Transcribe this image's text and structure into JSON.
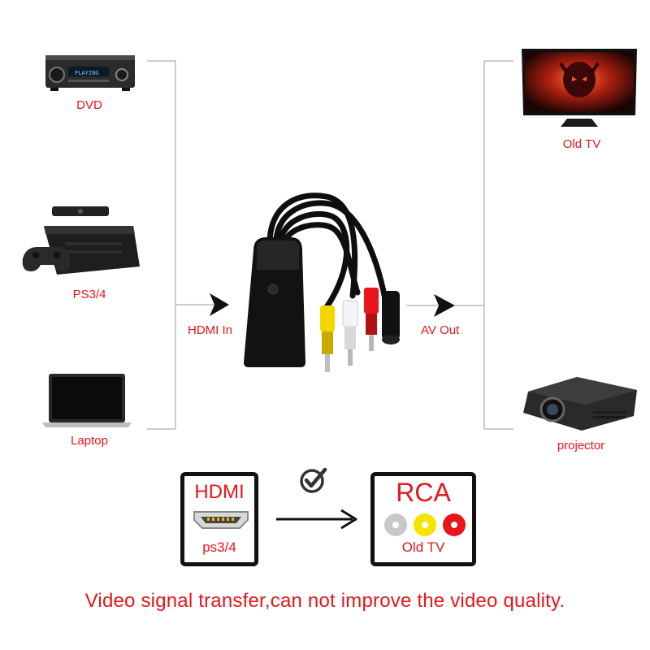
{
  "sources": [
    {
      "label": "DVD",
      "icon": "dvd-player-icon"
    },
    {
      "label": "PS3/4",
      "icon": "game-console-icon"
    },
    {
      "label": "Laptop",
      "icon": "laptop-icon"
    }
  ],
  "outputs": [
    {
      "label": "Old TV",
      "icon": "tv-icon"
    },
    {
      "label": "projector",
      "icon": "projector-icon"
    }
  ],
  "connections": {
    "input_label": "HDMI In",
    "output_label": "AV Out"
  },
  "converter_icon": "hdmi-to-av-converter-icon",
  "bottom": {
    "left_box": {
      "title": "HDMI",
      "subtitle": "ps3/4",
      "icon": "hdmi-port-icon"
    },
    "right_box": {
      "title": "RCA",
      "subtitle": "Old TV",
      "icon": "rca-plugs-icon"
    },
    "check_icon": "check-circle-icon",
    "rca_colors": [
      "#c8c8c8",
      "#f5e400",
      "#e8151b"
    ]
  },
  "caption": "Video signal transfer,can not improve the video quality.",
  "colors": {
    "accent": "#e8151b",
    "line": "#9a9a9a",
    "box_border": "#111111"
  }
}
